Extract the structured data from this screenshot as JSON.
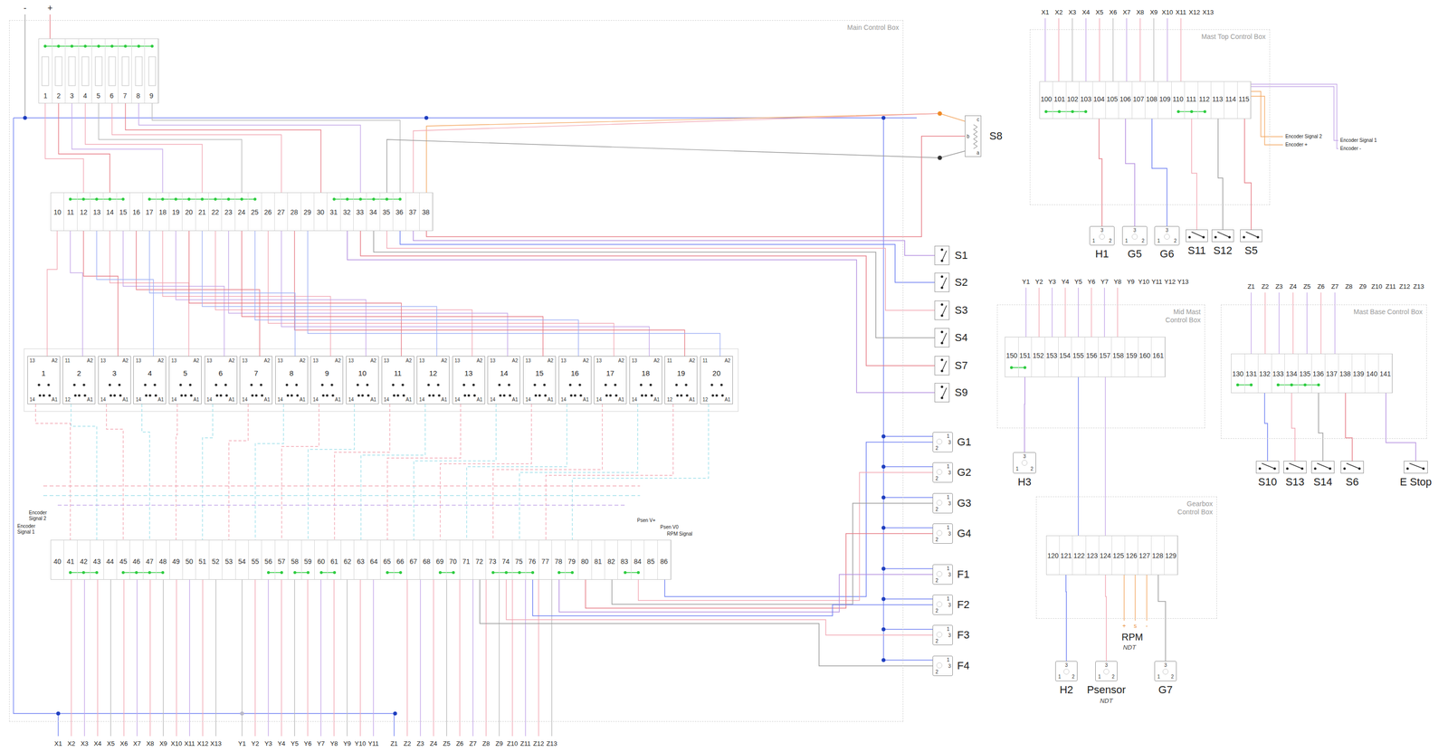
{
  "diagram": {
    "nodes": [
      {
        "text": [
          "Main Control Box"
        ]
      },
      {
        "text": [
          "1",
          "2",
          "3",
          "4",
          "5",
          "6",
          "7",
          "8",
          "9"
        ],
        "in": 0
      },
      {
        "text": [
          "10",
          "11",
          "12",
          "13",
          "14",
          "15",
          "16",
          "17",
          "18",
          "19",
          "20",
          "21",
          "22",
          "23",
          "24",
          "25",
          "26",
          "27",
          "28",
          "29",
          "30",
          "31",
          "32",
          "33",
          "34",
          "35",
          "36",
          "37",
          "38"
        ],
        "in": 0
      },
      {
        "text": [
          "1",
          "13",
          "A2",
          "14",
          "A1"
        ],
        "in": 0
      },
      {
        "text": [
          "2",
          "11",
          "A2",
          "12",
          "A1"
        ],
        "in": 0
      },
      {
        "text": [
          "3",
          "13",
          "A2",
          "14",
          "A1"
        ],
        "in": 0
      },
      {
        "text": [
          "4",
          "13",
          "A2",
          "14",
          "A1"
        ],
        "in": 0
      },
      {
        "text": [
          "5",
          "13",
          "A2",
          "14",
          "A1"
        ],
        "in": 0
      },
      {
        "text": [
          "6",
          "13",
          "A2",
          "14",
          "A1"
        ],
        "in": 0
      },
      {
        "text": [
          "7",
          "13",
          "A2",
          "14",
          "A1"
        ],
        "in": 0
      },
      {
        "text": [
          "8",
          "13",
          "A2",
          "14",
          "A1"
        ],
        "in": 0
      },
      {
        "text": [
          "9",
          "13",
          "A2",
          "14",
          "A1"
        ],
        "in": 0
      },
      {
        "text": [
          "10",
          "13",
          "A2",
          "14",
          "A1"
        ],
        "in": 0
      },
      {
        "text": [
          "11",
          "13",
          "A2",
          "14",
          "A1"
        ],
        "in": 0
      },
      {
        "text": [
          "12",
          "13",
          "A2",
          "14",
          "A1"
        ],
        "in": 0
      },
      {
        "text": [
          "13",
          "13",
          "A2",
          "14",
          "A1"
        ],
        "in": 0
      },
      {
        "text": [
          "14",
          "13",
          "A2",
          "14",
          "A1"
        ],
        "in": 0
      },
      {
        "text": [
          "15",
          "13",
          "A2",
          "14",
          "A1"
        ],
        "in": 0
      },
      {
        "text": [
          "16",
          "13",
          "A2",
          "14",
          "A1"
        ],
        "in": 0
      },
      {
        "text": [
          "17",
          "13",
          "A2",
          "14",
          "A1"
        ],
        "in": 0
      },
      {
        "text": [
          "18",
          "13",
          "A2",
          "14",
          "A1"
        ],
        "in": 0
      },
      {
        "text": [
          "19",
          "11",
          "A2",
          "12",
          "A1"
        ],
        "in": 0
      },
      {
        "text": [
          "20",
          "11",
          "A2",
          "12",
          "A1"
        ],
        "in": 0
      },
      {
        "text": [
          "40",
          "41",
          "42",
          "43",
          "44",
          "45",
          "46",
          "47",
          "48",
          "49",
          "50",
          "51",
          "52",
          "53",
          "54",
          "55",
          "56",
          "57",
          "58",
          "59",
          "60",
          "61",
          "62",
          "63",
          "64",
          "65",
          "66",
          "67",
          "68",
          "69",
          "70",
          "71",
          "72",
          "73",
          "74",
          "75",
          "76",
          "77",
          "78",
          "79",
          "80",
          "81",
          "82",
          "83",
          "84",
          "85",
          "86"
        ],
        "in": 0
      },
      {
        "text": [
          "S8",
          "c",
          "b",
          "a"
        ]
      },
      {
        "text": [
          "S1"
        ]
      },
      {
        "text": [
          "S2"
        ]
      },
      {
        "text": [
          "S3"
        ]
      },
      {
        "text": [
          "S4"
        ]
      },
      {
        "text": [
          "S7"
        ]
      },
      {
        "text": [
          "S9"
        ]
      },
      {
        "text": [
          "G1",
          "1",
          "3",
          "2"
        ]
      },
      {
        "text": [
          "G2",
          "1",
          "3",
          "2"
        ]
      },
      {
        "text": [
          "G3",
          "1",
          "3",
          "2"
        ]
      },
      {
        "text": [
          "G4",
          "1",
          "3",
          "2"
        ]
      },
      {
        "text": [
          "F1",
          "1",
          "3",
          "2"
        ]
      },
      {
        "text": [
          "F2",
          "1",
          "3",
          "2"
        ]
      },
      {
        "text": [
          "F3",
          "1",
          "3",
          "2"
        ]
      },
      {
        "text": [
          "F4",
          "1",
          "3",
          "2"
        ]
      },
      {
        "text": [
          "Mast Top Control Box"
        ]
      },
      {
        "text": [
          "100",
          "101",
          "102",
          "103",
          "104",
          "105",
          "106",
          "107",
          "108",
          "109",
          "110",
          "111",
          "112",
          "113",
          "114",
          "115"
        ],
        "in": 39
      },
      {
        "text": [
          "H1",
          "3",
          "1",
          "2"
        ]
      },
      {
        "text": [
          "G5",
          "3",
          "1",
          "2"
        ]
      },
      {
        "text": [
          "G6",
          "3",
          "1",
          "2"
        ]
      },
      {
        "text": [
          "S11"
        ]
      },
      {
        "text": [
          "S12"
        ]
      },
      {
        "text": [
          "S5"
        ]
      },
      {
        "text": [
          "Mid Mast Control Box"
        ]
      },
      {
        "text": [
          "150",
          "151",
          "152",
          "153",
          "154",
          "155",
          "156",
          "157",
          "158",
          "159",
          "160",
          "161"
        ],
        "in": 47
      },
      {
        "text": [
          "H3",
          "3",
          "1",
          "2"
        ]
      },
      {
        "text": [
          "Mast Base Control Box"
        ]
      },
      {
        "text": [
          "130",
          "131",
          "132",
          "133",
          "134",
          "135",
          "136",
          "137",
          "138",
          "139",
          "140",
          "141"
        ],
        "in": 50
      },
      {
        "text": [
          "S10"
        ]
      },
      {
        "text": [
          "S13"
        ]
      },
      {
        "text": [
          "S14"
        ]
      },
      {
        "text": [
          "S6"
        ]
      },
      {
        "text": [
          "E Stop"
        ]
      },
      {
        "text": [
          "Gearbox Control Box"
        ]
      },
      {
        "text": [
          "120",
          "121",
          "122",
          "123",
          "124",
          "125",
          "126",
          "127",
          "128",
          "129"
        ],
        "in": 57
      },
      {
        "text": [
          "H2",
          "3",
          "1",
          "2"
        ]
      },
      {
        "text": [
          "Psensor",
          "3",
          "1",
          "2",
          "NDT"
        ]
      },
      {
        "text": [
          "G7",
          "3",
          "1",
          "2"
        ]
      }
    ],
    "edges": [
      {
        "from": 24,
        "to": 2,
        "arrow": "none"
      },
      {
        "from": 25,
        "to": 2,
        "arrow": "none"
      },
      {
        "from": 26,
        "to": 2,
        "arrow": "none"
      },
      {
        "from": 27,
        "to": 2,
        "arrow": "none"
      },
      {
        "from": 28,
        "to": 2,
        "arrow": "none"
      },
      {
        "from": 29,
        "to": 2,
        "arrow": "none"
      },
      {
        "from": 30,
        "to": 2,
        "arrow": "none"
      },
      {
        "from": 31,
        "to": 23,
        "arrow": "none"
      },
      {
        "from": 32,
        "to": 23,
        "arrow": "none"
      },
      {
        "from": 33,
        "to": 23,
        "arrow": "none"
      },
      {
        "from": 34,
        "to": 23,
        "arrow": "none"
      },
      {
        "from": 35,
        "to": 23,
        "arrow": "none"
      },
      {
        "from": 36,
        "to": 23,
        "arrow": "none"
      },
      {
        "from": 37,
        "to": 23,
        "arrow": "none"
      },
      {
        "from": 38,
        "to": 23,
        "arrow": "none"
      },
      {
        "from": 41,
        "to": 40,
        "arrow": "none"
      },
      {
        "from": 42,
        "to": 40,
        "arrow": "none"
      },
      {
        "from": 43,
        "to": 40,
        "arrow": "none"
      },
      {
        "from": 44,
        "to": 40,
        "arrow": "none"
      },
      {
        "from": 45,
        "to": 40,
        "arrow": "none"
      },
      {
        "from": 46,
        "to": 40,
        "arrow": "none"
      },
      {
        "from": 49,
        "to": 48,
        "arrow": "none"
      },
      {
        "from": 52,
        "to": 51,
        "arrow": "none"
      },
      {
        "from": 53,
        "to": 51,
        "arrow": "none"
      },
      {
        "from": 54,
        "to": 51,
        "arrow": "none"
      },
      {
        "from": 55,
        "to": 51,
        "arrow": "none"
      },
      {
        "from": 56,
        "to": 51,
        "arrow": "none"
      },
      {
        "from": 59,
        "to": 58,
        "arrow": "none"
      },
      {
        "from": 60,
        "to": 58,
        "arrow": "none"
      },
      {
        "from": 61,
        "to": 58,
        "arrow": "none"
      }
    ],
    "labels": [
      "-",
      "+",
      "Encoder Signal 2",
      "Encoder Signal 1",
      "Psen V+",
      "Psen V0",
      "RPM Signal",
      "X1",
      "X2",
      "X3",
      "X4",
      "X5",
      "X6",
      "X7",
      "X8",
      "X9",
      "X10",
      "X11",
      "X12",
      "X13",
      "Y1",
      "Y2",
      "Y3",
      "Y4",
      "Y5",
      "Y6",
      "Y7",
      "Y8",
      "Y9",
      "Y10",
      "Y11",
      "Z1",
      "Z2",
      "Z3",
      "Z4",
      "Z5",
      "Z6",
      "Z7",
      "Z8",
      "Z9",
      "Z10",
      "Z11",
      "Z12",
      "Z13",
      "X1",
      "X2",
      "X3",
      "X4",
      "X5",
      "X6",
      "X7",
      "X8",
      "X9",
      "X10",
      "X11",
      "X12",
      "X13",
      "Encoder Signal 2",
      "Encoder +",
      "Encoder Signal 1",
      "Encoder -",
      "Y1",
      "Y2",
      "Y3",
      "Y4",
      "Y5",
      "Y6",
      "Y7",
      "Y8",
      "Y9",
      "Y10",
      "Y11",
      "Y12",
      "Y13",
      "Z1",
      "Z2",
      "Z3",
      "Z4",
      "Z5",
      "Z6",
      "Z7",
      "Z8",
      "Z9",
      "Z10",
      "Z11",
      "Z12",
      "Z13",
      "RPM",
      "NDT",
      "+",
      "s",
      "-"
    ]
  }
}
